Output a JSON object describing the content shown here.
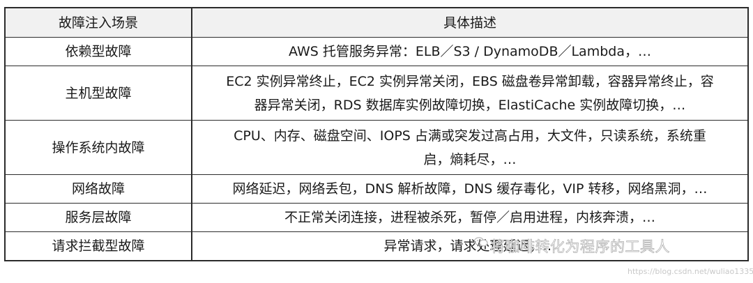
{
  "table": {
    "headers": [
      "故障注入场景",
      "具体描述"
    ],
    "rows": [
      {
        "scenario": "依赖型故障",
        "lines": [
          "AWS 托管服务异常：ELB／S3 / DynamoDB／Lambda，…"
        ]
      },
      {
        "scenario": "主机型故障",
        "lines": [
          "EC2 实例异常终止，EC2 实例异常关闭，EBS 磁盘卷异常卸载，容器异常终止，容",
          "器异常关闭，RDS 数据库实例故障切换，ElastiCache 实例故障切换，…"
        ]
      },
      {
        "scenario": "操作系统内故障",
        "lines": [
          "CPU、内存、磁盘空间、IOPS 占满或突发过高占用，大文件，只读系统，系统重",
          "启，熵耗尽，…"
        ]
      },
      {
        "scenario": "网络故障",
        "lines": [
          "网络延迟，网络丢包，DNS 解析故障，DNS 缓存毒化，VIP 转移，网络黑洞，…"
        ]
      },
      {
        "scenario": "服务层故障",
        "lines": [
          "不正常关闭连接，进程被杀死，暂停／启用进程，内核奔溃，…"
        ]
      },
      {
        "scenario": "请求拦截型故障",
        "lines": [
          "异常请求，请求处理延迟，…"
        ]
      }
    ]
  },
  "watermark": {
    "text": "将咖啡转化为程序的工具人",
    "url": "https://blog.csdn.net/wuliao1335"
  }
}
